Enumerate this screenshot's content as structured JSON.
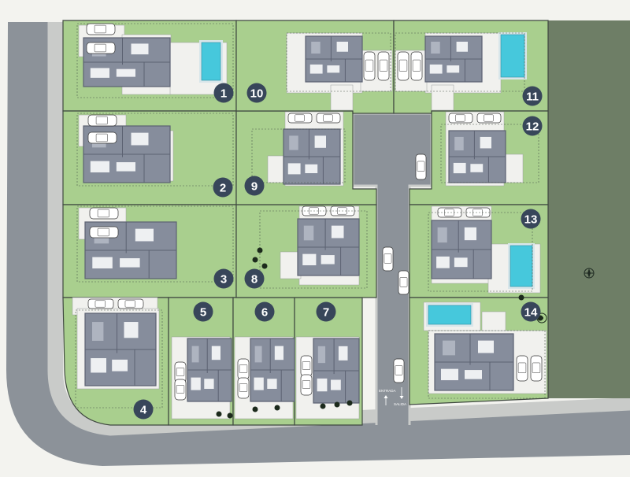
{
  "plots": [
    {
      "number": "1"
    },
    {
      "number": "2"
    },
    {
      "number": "3"
    },
    {
      "number": "4"
    },
    {
      "number": "5"
    },
    {
      "number": "6"
    },
    {
      "number": "7"
    },
    {
      "number": "8"
    },
    {
      "number": "9"
    },
    {
      "number": "10"
    },
    {
      "number": "11"
    },
    {
      "number": "12"
    },
    {
      "number": "13"
    },
    {
      "number": "14"
    }
  ],
  "road_markings": {
    "entry": "ENTRADA",
    "exit": "SALIDA"
  },
  "colors": {
    "background": "#f3f3ef",
    "lawn": "#a9cf8e",
    "lawn_border": "#3f4840",
    "road": "#8c9299",
    "road_curb": "#c9cbc9",
    "park": "#6e7e66",
    "house": "#868d9c",
    "house_dark": "#5c6272",
    "paving": "#f1f1ee",
    "pool": "#46c8dc",
    "pool_border": "#d8e6ea",
    "badge": "#38465a",
    "badge_text": "#ffffff",
    "car": "#ffffff"
  },
  "icons": [
    "north-arrow-icon",
    "tree-icon",
    "car-icon",
    "pool-icon"
  ]
}
